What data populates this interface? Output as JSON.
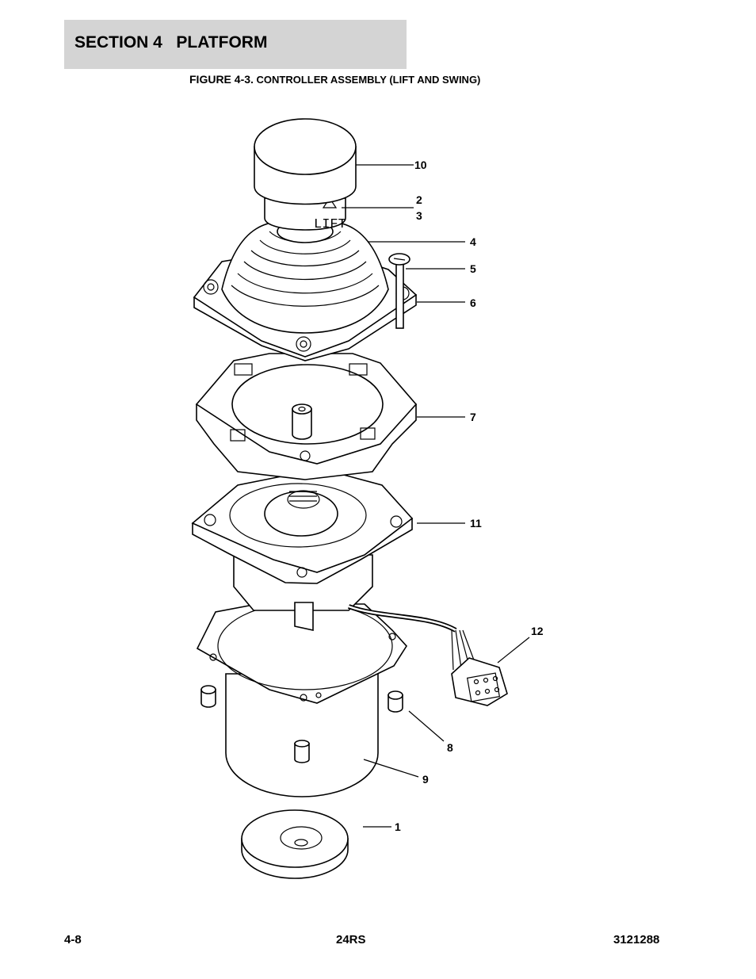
{
  "header": {
    "section_title": "SECTION 4   PLATFORM",
    "figure_number": "FIGURE 4-3.",
    "figure_caption": " CONTROLLER ASSEMBLY (LIFT AND SWING)"
  },
  "knob_label": "LIFT",
  "callouts": [
    "10",
    "2",
    "3",
    "4",
    "5",
    "6",
    "7",
    "11",
    "12",
    "8",
    "9",
    "1"
  ],
  "footer": {
    "page": "4-8",
    "model": "24RS",
    "doc_number": "3121288"
  }
}
